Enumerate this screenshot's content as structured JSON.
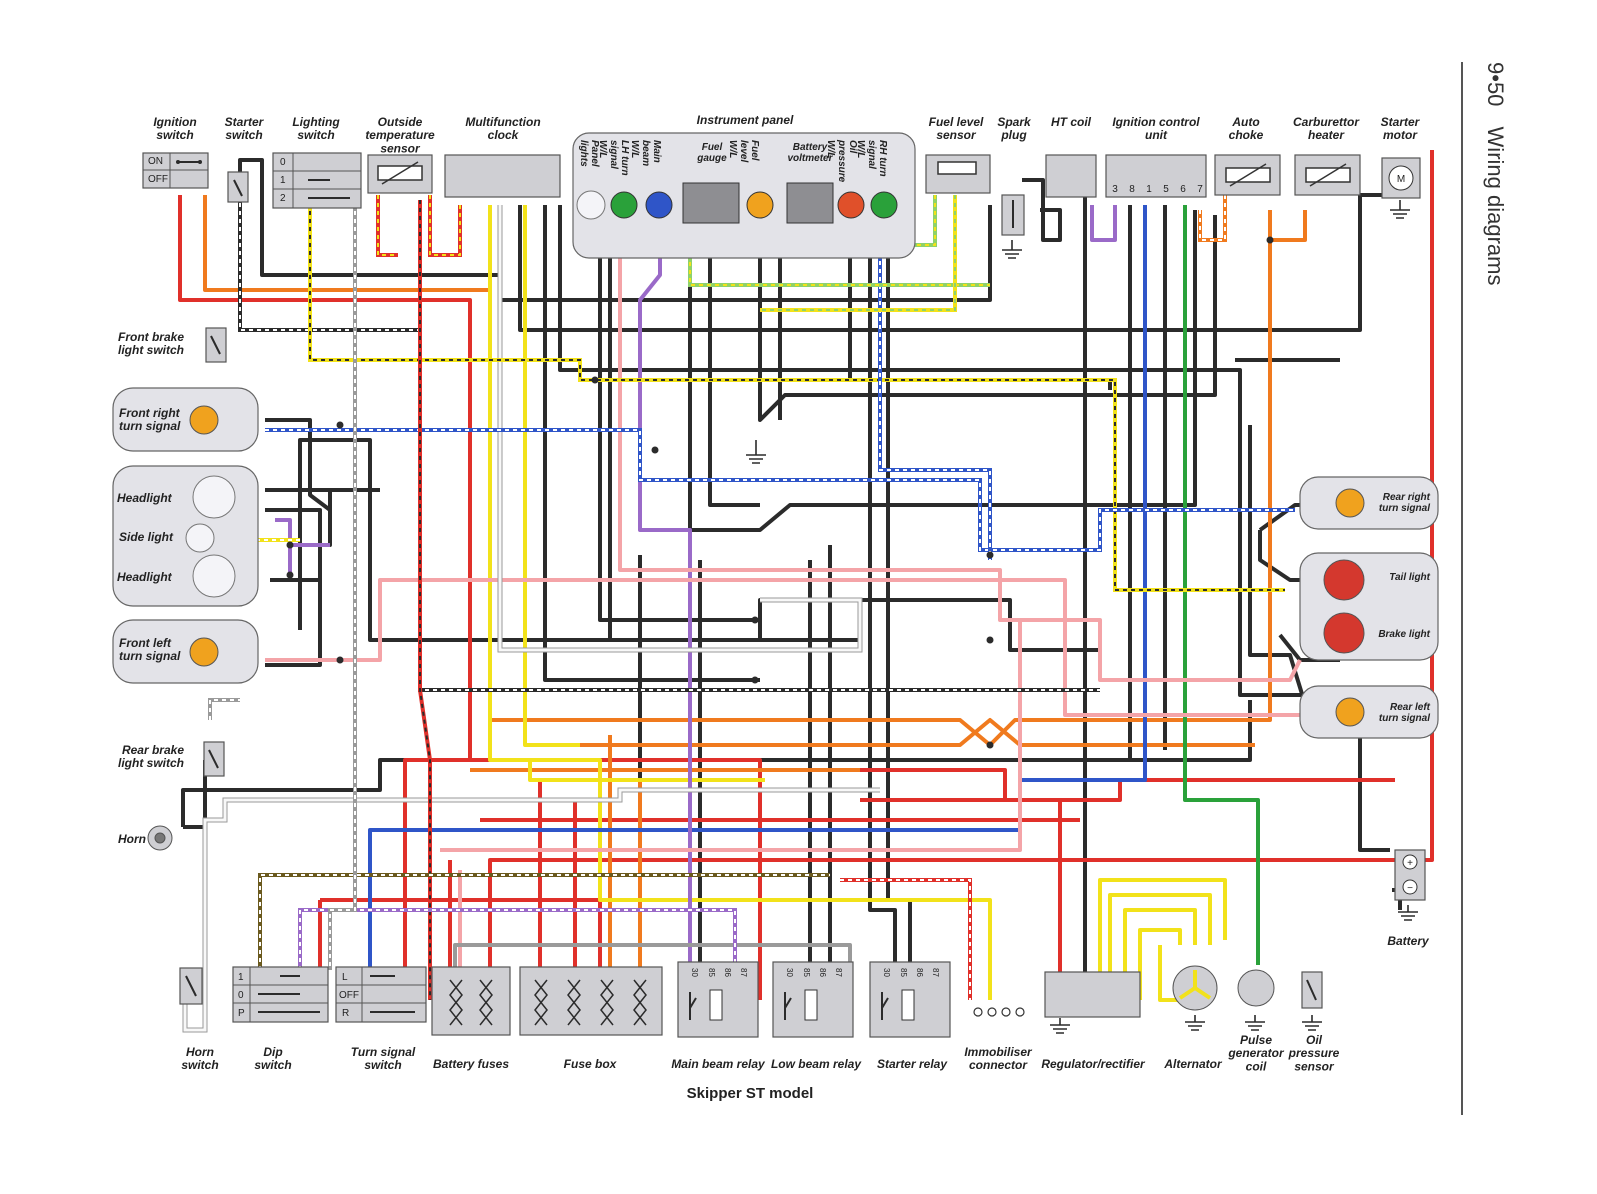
{
  "header": {
    "page_ref": "9•50",
    "section": "Wiring diagrams"
  },
  "caption": "Skipper ST model",
  "colors": {
    "black": "#2b2b2b",
    "red": "#e0302a",
    "orange": "#f07a1e",
    "yellow": "#f2e21a",
    "green": "#2aa13a",
    "blue": "#2f55c8",
    "purple": "#9a6ac8",
    "pink": "#f4a4a8",
    "white": "#f8f8f8",
    "grey": "#9a9a9a",
    "brown": "#6b5a1e",
    "lightgreen": "#8fd26a"
  },
  "top_components": {
    "ignition_switch": "Ignition\nswitch",
    "starter_switch": "Starter\nswitch",
    "lighting_switch": "Lighting\nswitch",
    "outside_temp_sensor": "Outside\ntemperature\nsensor",
    "multifunction_clock": "Multifunction\nclock",
    "instrument_panel": "Instrument panel",
    "fuel_level_sensor": "Fuel level\nsensor",
    "spark_plug": "Spark\nplug",
    "ht_coil": "HT coil",
    "ignition_control_unit": "Ignition control\nunit",
    "auto_choke": "Auto\nchoke",
    "carburettor_heater": "Carburettor\nheater",
    "starter_motor": "Starter\nmotor"
  },
  "ignition_positions": [
    "ON",
    "OFF"
  ],
  "lighting_positions": [
    "0",
    "1",
    "2"
  ],
  "icu_pins": [
    "3",
    "8",
    "1",
    "5",
    "6",
    "7"
  ],
  "motor_symbol": "M",
  "instrument_items": {
    "panel_lights": "Panel\nlights",
    "lh_turn": "LH turn\nsignal\nW/L",
    "main_beam": "Main\nbeam\nW/L",
    "fuel_gauge": "Fuel\ngauge",
    "fuel_level": "Fuel\nlevel\nW/L",
    "battery_voltmeter": "Battery\nvoltmeter",
    "oil_pressure": "Oil\npressure\nW/L",
    "rh_turn": "RH turn\nsignal\nW/L"
  },
  "left_components": {
    "front_brake_switch": "Front brake\nlight switch",
    "front_right_turn": "Front right\nturn signal",
    "headlight_1": "Headlight",
    "side_light": "Side light",
    "headlight_2": "Headlight",
    "front_left_turn": "Front left\nturn signal",
    "rear_brake_switch": "Rear brake\nlight switch",
    "horn": "Horn"
  },
  "right_components": {
    "rear_right_turn": "Rear right\nturn signal",
    "tail_light": "Tail light",
    "brake_light": "Brake light",
    "rear_left_turn": "Rear left\nturn signal",
    "battery": "Battery"
  },
  "bottom_components": {
    "horn_switch": "Horn\nswitch",
    "dip_switch": "Dip\nswitch",
    "turn_signal_switch": "Turn signal\nswitch",
    "battery_fuses": "Battery fuses",
    "fuse_box": "Fuse box",
    "main_beam_relay": "Main beam relay",
    "low_beam_relay": "Low beam relay",
    "starter_relay": "Starter relay",
    "immobiliser": "Immobiliser\nconnector",
    "regulator": "Regulator/rectifier",
    "alternator": "Alternator",
    "pulse_coil": "Pulse\ngenerator\ncoil",
    "oil_pressure_sensor": "Oil\npressure\nsensor"
  },
  "dip_positions": [
    "1",
    "0",
    "P"
  ],
  "turn_positions": [
    "L",
    "OFF",
    "R"
  ],
  "relay_pins": [
    "30",
    "85",
    "86",
    "87"
  ],
  "battery_terminals": [
    "+",
    "−"
  ]
}
